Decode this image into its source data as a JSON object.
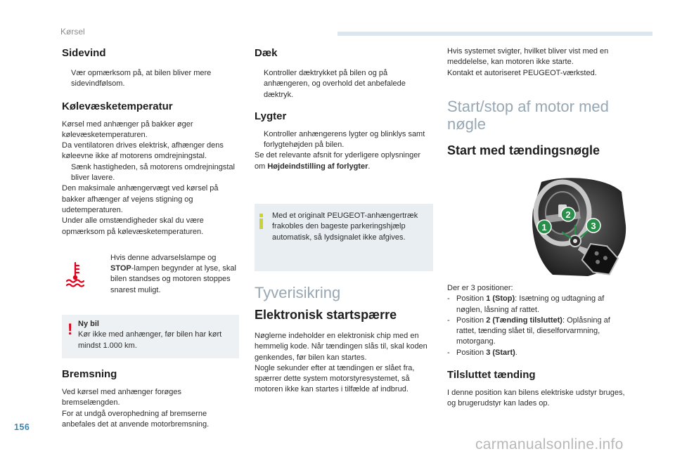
{
  "header": {
    "section": "Kørsel"
  },
  "page_number": "156",
  "watermark": "carmanualsonline.info",
  "col1": {
    "sidevind": {
      "title": "Sidevind",
      "bullet": "Vær opmærksom på, at bilen bliver mere sidevindfølsom."
    },
    "kolevaeske": {
      "title": "Kølevæsketemperatur",
      "line1": "Kørsel med anhænger på bakker øger kølevæsketemperaturen.",
      "line2": "Da ventilatoren drives elektrisk, afhænger dens køleevne ikke af motorens omdrejningstal.",
      "bullet": "Sænk hastigheden, så motorens omdrejningstal bliver lavere.",
      "line3": "Den maksimale anhængervægt ved kørsel på bakker afhænger af vejens stigning og udetemperaturen.",
      "line4": "Under alle omstændigheder skal du være opmærksom på kølevæsketemperaturen."
    },
    "lamp": {
      "pre": "Hvis denne advarselslampe og ",
      "bold": "STOP",
      "post": "-lampen begynder at lyse, skal bilen standses og motoren stoppes snarest muligt."
    },
    "warning": {
      "title": "Ny bil",
      "text": "Kør ikke med anhænger, før bilen har kørt mindst 1.000 km."
    },
    "bremsning": {
      "title": "Bremsning",
      "line1": "Ved kørsel med anhænger forøges bremselængden.",
      "line2": "For at undgå overophedning af bremserne anbefales det at anvende motorbremsning."
    }
  },
  "col2": {
    "daek": {
      "title": "Dæk",
      "bullet": "Kontroller dæktrykket på bilen og på anhængeren, og overhold det anbefalede dæktryk."
    },
    "lygter": {
      "title": "Lygter",
      "bullet": "Kontroller anhængerens lygter og blinklys samt forlygtehøjden på bilen.",
      "line_pre": "Se det relevante afsnit for yderligere oplysninger om ",
      "line_bold": "Højdeindstilling af forlygter",
      "line_post": "."
    },
    "info": "Med et originalt PEUGEOT-anhængertræk frakobles den bageste parkeringshjælp automatisk, så lydsignalet ikke afgives.",
    "tyverisikring": "Tyverisikring",
    "startspaerre": {
      "title": "Elektronisk startspærre",
      "line1": "Nøglerne indeholder en elektronisk chip med en hemmelig kode. Når tændingen slås til, skal koden genkendes, før bilen kan startes.",
      "line2": "Nogle sekunder efter at tændingen er slået fra, spærrer dette system motorstyresystemet, så motoren ikke kan startes i tilfælde af indbrud."
    }
  },
  "col3": {
    "intro1": "Hvis systemet svigter, hvilket bliver vist med en meddelelse, kan motoren ikke starte.",
    "intro2": "Kontakt et autoriseret PEUGEOT-værksted.",
    "big_title": "Start/stop af motor med nøgle",
    "sub_title": "Start med tændingsnøgle",
    "figure_labels": [
      "1",
      "2",
      "3"
    ],
    "positions_intro": "Der er 3 positioner:",
    "positions": [
      {
        "pre": "Position ",
        "bold": "1 (Stop)",
        "post": ": Isætning og udtagning af nøglen, låsning af rattet."
      },
      {
        "pre": "Position ",
        "bold": "2 (Tænding tilsluttet)",
        "post": ": Oplåsning af rattet, tænding slået til, dieselforvarmning, motorgang."
      },
      {
        "pre": "Position ",
        "bold": "3 (Start)",
        "post": "."
      }
    ],
    "tilsluttet": {
      "title": "Tilsluttet tænding",
      "text": "I denne position kan bilens elektriske udstyr bruges, og brugerudstyr kan lades op."
    }
  },
  "symbols": {
    "bullet": "",
    "dash": "-",
    "warning": "!"
  },
  "colors": {
    "accent_blue": "#3c86b4",
    "info_yellow": "#c9d23a",
    "warning_red": "#e3001b",
    "title_grey": "#97a7b3",
    "callout_green": "#2a8f4b"
  }
}
